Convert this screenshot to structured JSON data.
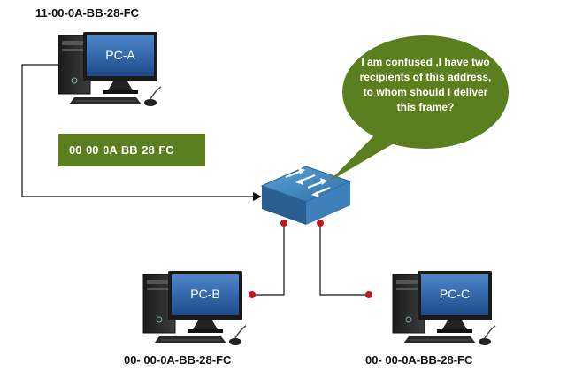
{
  "pc_a": {
    "name": "PC-A",
    "mac": "11-00-0A-BB-28-FC"
  },
  "pc_b": {
    "name": "PC-B",
    "mac": "00- 00-0A-BB-28-FC"
  },
  "pc_c": {
    "name": "PC-C",
    "mac": "00- 00-0A-BB-28-FC"
  },
  "frame": {
    "dest": "00  00 0A BB 28 FC"
  },
  "bubble": {
    "text": "I am confused ,I have two recipients of this address, to whom should I deliver this frame?"
  },
  "colors": {
    "bubble": "#5b7f1e",
    "frame": "#5b7f1e",
    "switch_top": "#3a86bf",
    "port_dot": "#c0181c",
    "screen": "#2a5fa6"
  },
  "icons": [
    "computer-icon",
    "network-switch-icon"
  ]
}
